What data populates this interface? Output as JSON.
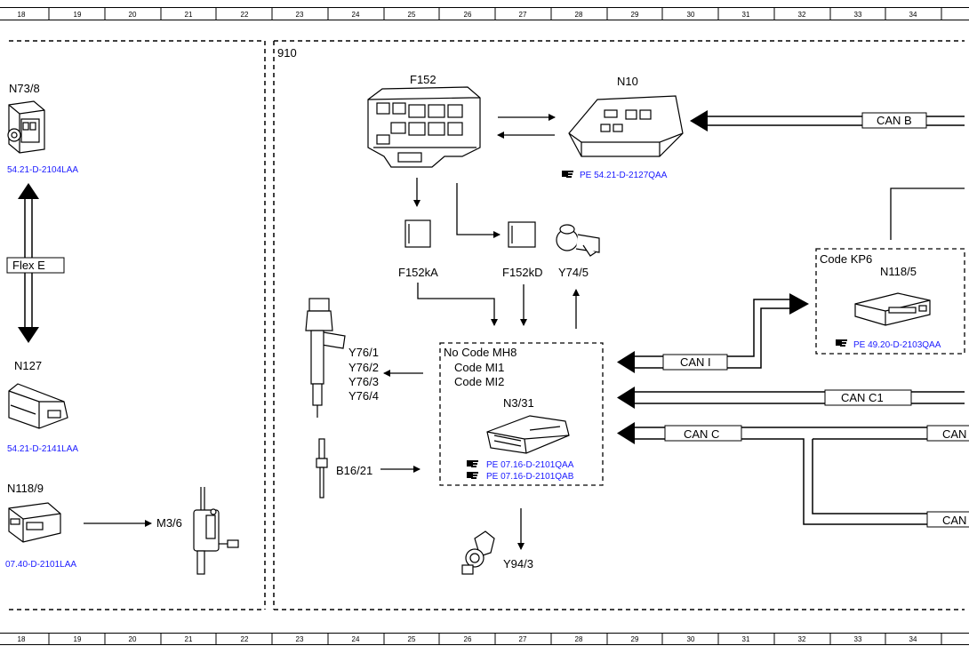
{
  "ruler": {
    "cells": [
      "18",
      "19",
      "20",
      "21",
      "22",
      "23",
      "24",
      "25",
      "26",
      "27",
      "28",
      "29",
      "30",
      "31",
      "32",
      "33",
      "34"
    ]
  },
  "frame": {
    "number": "910"
  },
  "components": {
    "n73_8": {
      "name": "N73/8",
      "ref": "54.21-D-2104LAA"
    },
    "n127": {
      "name": "N127",
      "ref": "54.21-D-2141LAA"
    },
    "n118_9": {
      "name": "N118/9",
      "ref": "07.40-D-2101LAA"
    },
    "m3_6": {
      "name": "M3/6"
    },
    "f152": {
      "name": "F152"
    },
    "n10": {
      "name": "N10",
      "ref": "PE 54.21-D-2127QAA"
    },
    "f152ka": {
      "name": "F152kA"
    },
    "f152kd": {
      "name": "F152kD"
    },
    "y74_5": {
      "name": "Y74/5"
    },
    "y76": {
      "lines": [
        "Y76/1",
        "Y76/2",
        "Y76/3",
        "Y76/4"
      ]
    },
    "b16_21": {
      "name": "B16/21"
    },
    "y94_3": {
      "name": "Y94/3"
    },
    "n3_31": {
      "codes": [
        "No Code MH8",
        "Code MI1",
        "Code MI2"
      ],
      "name": "N3/31",
      "refs": [
        "PE 07.16-D-2101QAA",
        "PE 07.16-D-2101QAB"
      ]
    },
    "kp6": {
      "code": "Code KP6",
      "name": "N118/5",
      "ref": "PE 49.20-D-2103QAA"
    }
  },
  "buses": {
    "flex_e": "Flex E",
    "can_b": "CAN B",
    "can_i": "CAN I",
    "can_c1": "CAN C1",
    "can_c": "CAN C",
    "can_c_right1": "CAN",
    "can_c_right2": "CAN"
  },
  "icons": {
    "ref_pointer": "pointing-hand-icon"
  }
}
